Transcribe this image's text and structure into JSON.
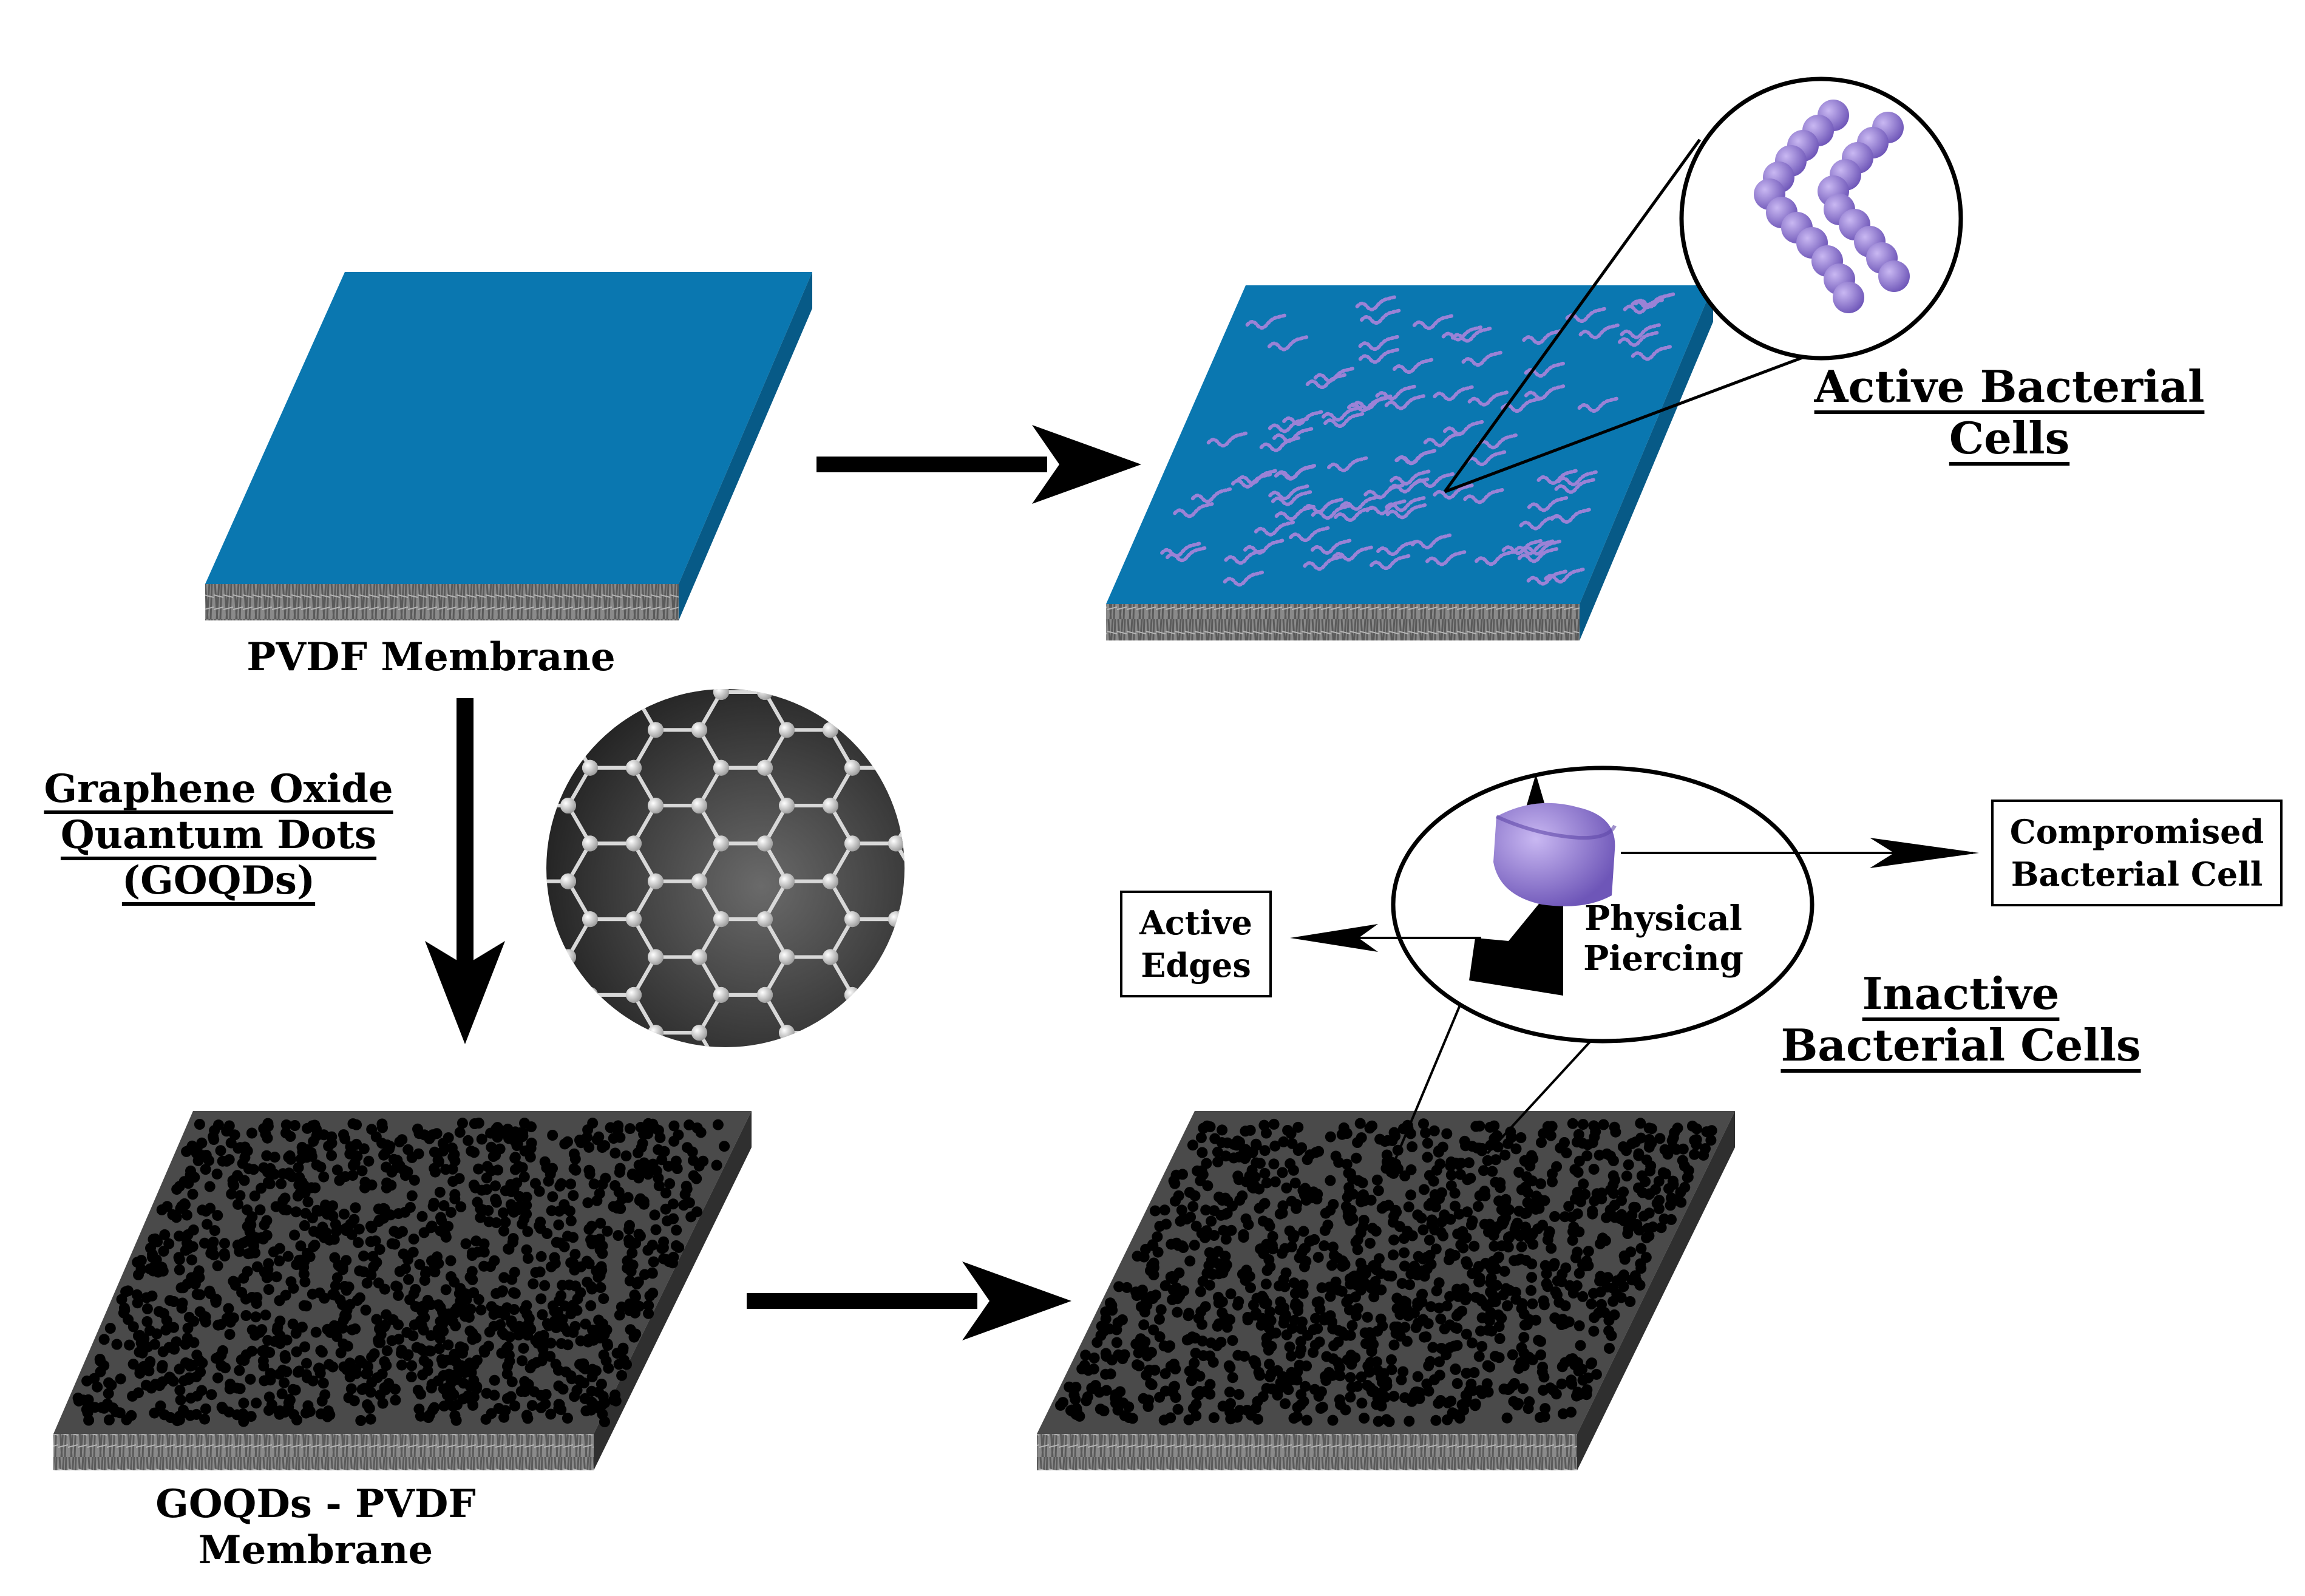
{
  "labels": {
    "pvdf_membrane": "PVDF Membrane",
    "goqd_line1": "Graphene Oxide",
    "goqd_line2": "Quantum Dots",
    "goqd_line3": "(GOQDs)",
    "goqds_pvdf_line1": "GOQDs - PVDF",
    "goqds_pvdf_line2": "Membrane",
    "active_bacterial_line1": "Active Bacterial",
    "active_bacterial_line2": "Cells",
    "inactive_bacterial_line1": "Inactive",
    "inactive_bacterial_line2": "Bacterial Cells",
    "physical_piercing_line1": "Physical",
    "physical_piercing_line2": "Piercing",
    "active_edges_line1": "Active",
    "active_edges_line2": "Edges",
    "compromised_line1": "Compromised",
    "compromised_line2": "Bacterial Cell"
  },
  "colors": {
    "pvdf_top": "#0a77b0",
    "pvdf_side": "#075a87",
    "goqd_top": "#4a4a4a",
    "goqd_side": "#2f2f2f",
    "bacteria": "#9b82d6",
    "dots": "#000000"
  }
}
